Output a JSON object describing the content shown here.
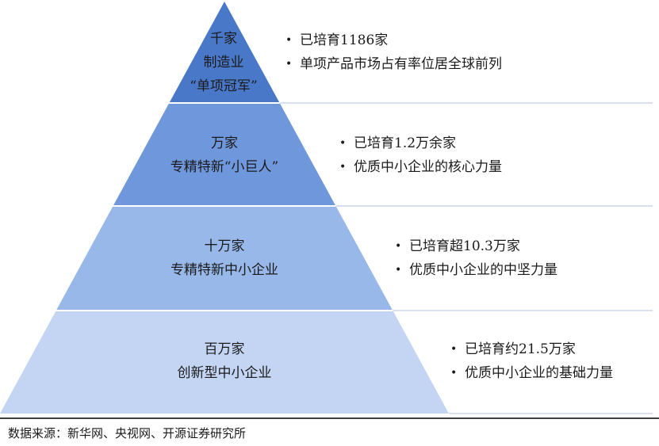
{
  "tiers": [
    {
      "lines": [
        "千家",
        "制造业",
        "“单项冠军”"
      ],
      "bullets": [
        "已培育1186家",
        "单项产品市场占有率位居全球前列"
      ],
      "color": "#4a78c8"
    },
    {
      "lines": [
        "万家",
        "专精特新“小巨人”"
      ],
      "bullets": [
        "已培育1.2万余家",
        "优质中小企业的核心力量"
      ],
      "color": "#6f98dc"
    },
    {
      "lines": [
        "十万家",
        "专精特新中小企业"
      ],
      "bullets": [
        "已培育超10.3万家",
        "优质中小企业的中坚力量"
      ],
      "color": "#99b8ea"
    },
    {
      "lines": [
        "百万家",
        "创新型中小企业"
      ],
      "bullets": [
        "已培育约21.5万家",
        "优质中小企业的基础力量"
      ],
      "color": "#c3d5f3"
    }
  ],
  "bullet_symbol": "•",
  "source": "数据来源：新华网、央视网、开源证券研究所",
  "colors": {
    "divider": "#c8d6ec",
    "bottom_rule": "#000000"
  }
}
